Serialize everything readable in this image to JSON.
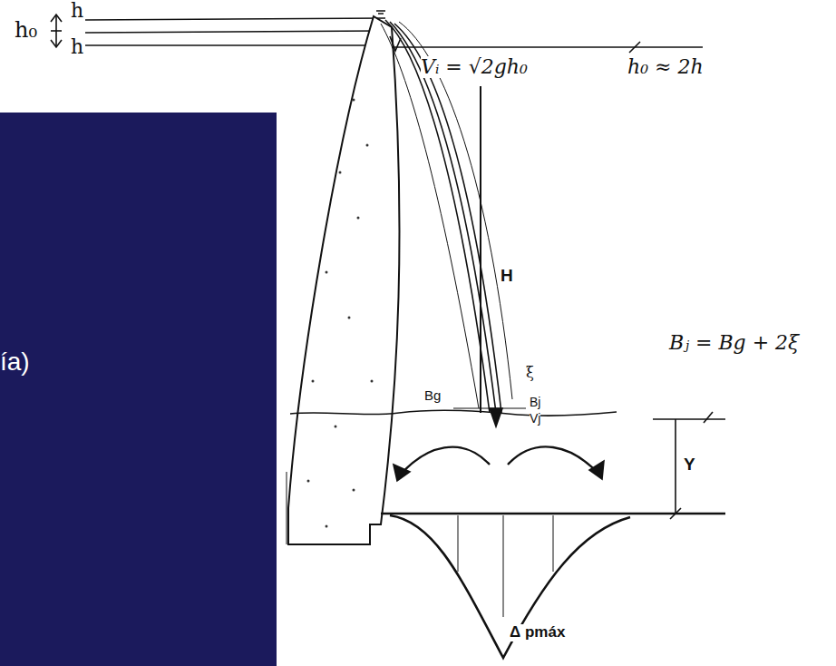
{
  "diagram": {
    "labels": [
      "h₀",
      "h",
      "h",
      "Vᵢ = √2gh₀",
      "h₀ ≈ 2h",
      "H",
      "Bⱼ = Bg + 2ξ",
      "Bg",
      "ξ",
      "Bj",
      "Vj",
      "Y",
      "Δ pmáx",
      "ía)"
    ]
  }
}
